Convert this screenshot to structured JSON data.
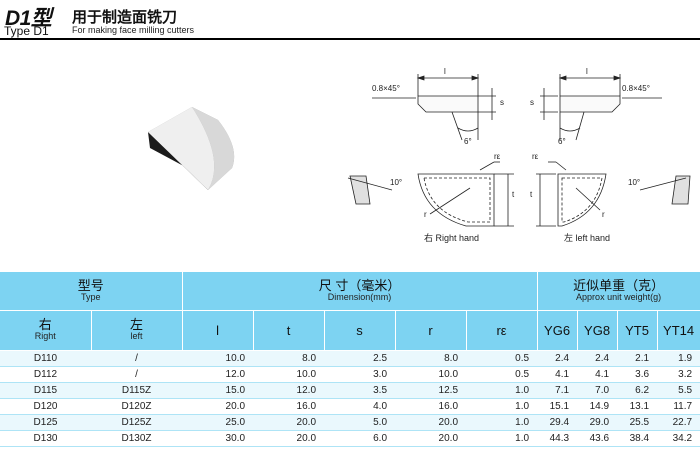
{
  "header": {
    "code": "D1型",
    "title_cn": "用于制造面铣刀",
    "type_label": "Type  D1",
    "title_en": "For making face milling cutters"
  },
  "figure": {
    "chamfer_left": "0.8×45°",
    "chamfer_right": "0.8×45°",
    "dim_l": "l",
    "dim_s": "s",
    "dim_t": "t",
    "dim_r": "r",
    "dim_re": "rε",
    "angle_6": "6°",
    "angle_10": "10°",
    "right_hand": "右 Right hand",
    "left_hand": "左 left hand"
  },
  "table": {
    "group_type": {
      "cn": "型号",
      "en": "Type"
    },
    "group_dimension": {
      "cn": "尺 寸（毫米）",
      "en": "Dimension(mm)"
    },
    "group_weight": {
      "cn": "近似单重（克）",
      "en": "Approx unit weight(g)"
    },
    "right": {
      "cn": "右",
      "en": "Right"
    },
    "left": {
      "cn": "左",
      "en": "left"
    },
    "dim_cols": [
      "l",
      "t",
      "s",
      "r",
      "rε"
    ],
    "weight_cols": [
      "YG6",
      "YG8",
      "YT5",
      "YT14"
    ],
    "rows": [
      [
        "D110",
        "/",
        "10.0",
        "8.0",
        "2.5",
        "8.0",
        "0.5",
        "2.4",
        "2.4",
        "2.1",
        "1.9"
      ],
      [
        "D112",
        "/",
        "12.0",
        "10.0",
        "3.0",
        "10.0",
        "0.5",
        "4.1",
        "4.1",
        "3.6",
        "3.2"
      ],
      [
        "D115",
        "D115Z",
        "15.0",
        "12.0",
        "3.5",
        "12.5",
        "1.0",
        "7.1",
        "7.0",
        "6.2",
        "5.5"
      ],
      [
        "D120",
        "D120Z",
        "20.0",
        "16.0",
        "4.0",
        "16.0",
        "1.0",
        "15.1",
        "14.9",
        "13.1",
        "11.7"
      ],
      [
        "D125",
        "D125Z",
        "25.0",
        "20.0",
        "5.0",
        "20.0",
        "1.0",
        "29.4",
        "29.0",
        "25.5",
        "22.7"
      ],
      [
        "D130",
        "D130Z",
        "30.0",
        "20.0",
        "6.0",
        "20.0",
        "1.0",
        "44.3",
        "43.6",
        "38.4",
        "34.2"
      ]
    ]
  }
}
